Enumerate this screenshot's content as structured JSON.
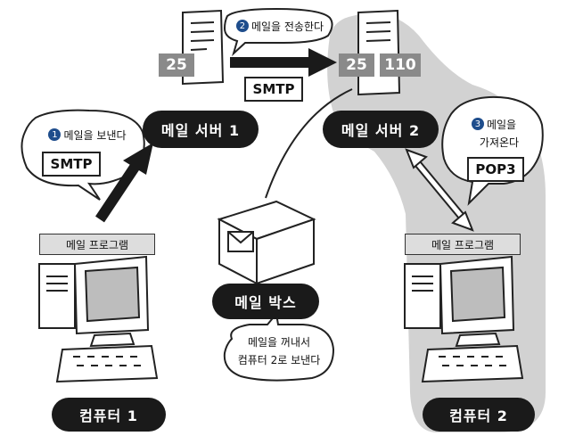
{
  "steps": {
    "send": {
      "num": "1",
      "text": "메일을 보낸다"
    },
    "transfer": {
      "num": "2",
      "text": "메일을 전송한다"
    },
    "fetch": {
      "num": "3",
      "line1": "메일을",
      "line2": "가져온다"
    }
  },
  "ports": {
    "server1_port": "25",
    "server2_smtp_port": "25",
    "server2_pop_port": "110"
  },
  "protocols": {
    "client_send": "SMTP",
    "server_transfer": "SMTP",
    "client_fetch": "POP3"
  },
  "nodes": {
    "server1": "메일 서버 1",
    "server2": "메일 서버 2",
    "mailbox": "메일 박스",
    "computer1": "컴퓨터 1",
    "computer2": "컴퓨터 2"
  },
  "programs": {
    "computer1_program": "메일 프로그램",
    "computer2_program": "메일 프로그램"
  },
  "mailbox_note": {
    "line1": "메일을 꺼내서",
    "line2": "컴퓨터 2로 보낸다"
  }
}
